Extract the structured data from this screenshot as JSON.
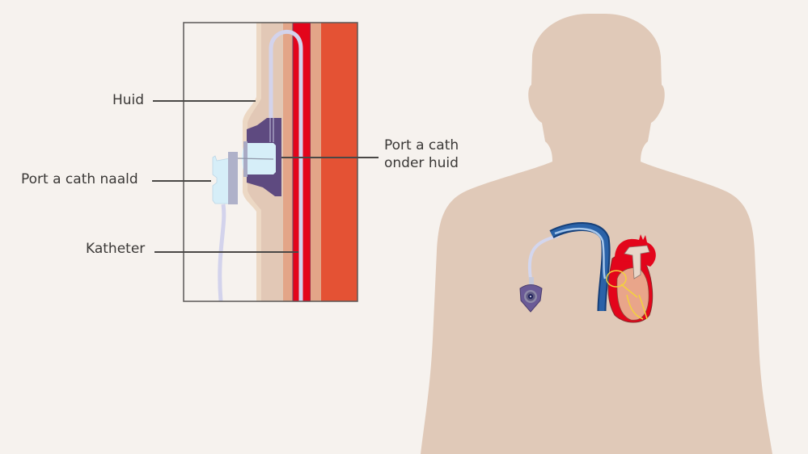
{
  "diagram": {
    "title": "Port a cath",
    "labels": {
      "skin": "Huid",
      "needle": "Port a cath naald",
      "catheter": "Katheter",
      "port_line1": "Port a cath",
      "port_line2": "onder huid"
    },
    "colors": {
      "background": "#f6f2ee",
      "body_silhouette": "#e0c9b8",
      "skin_outer": "#ecd8c4",
      "skin_inner": "#e2c8b6",
      "tissue": "#e3a588",
      "vessel": "#e3051b",
      "muscle": "#e45234",
      "port_body": "#5e4a80",
      "port_septum": "#d6eef8",
      "catheter_tube": "#d3d3ec",
      "vein_dark": "#1d4f8c",
      "text": "#3a3836"
    }
  }
}
